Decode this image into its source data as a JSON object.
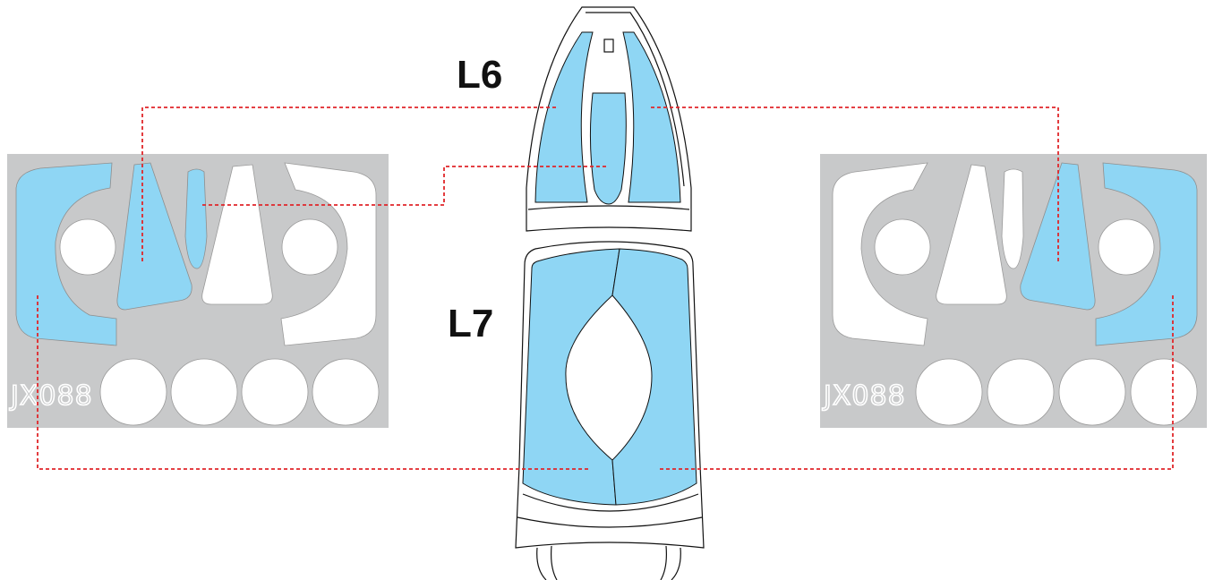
{
  "labels": {
    "part_l6": "L6",
    "part_l7": "L7"
  },
  "sheets": {
    "left_code": "JX088",
    "right_code": "JX088"
  },
  "colors": {
    "mask_blue": "#8fd6f4",
    "sheet_gray": "#c8c9ca",
    "leader_red": "#e0262a",
    "outline": "#111111"
  }
}
